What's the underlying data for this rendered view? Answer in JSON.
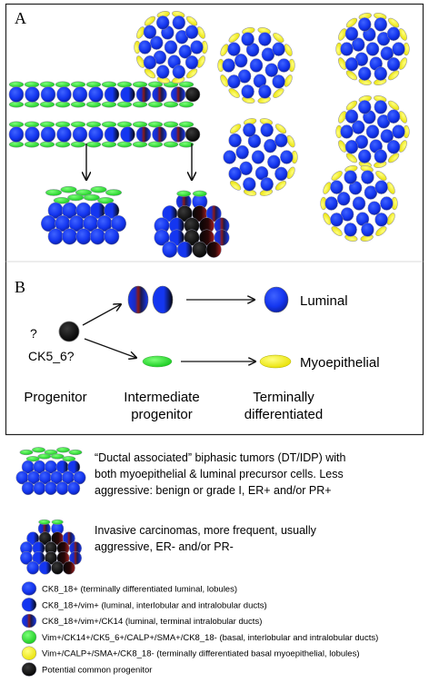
{
  "colors": {
    "luminal_blue": "#1436f0",
    "luminal_blue_dark": "#0b1e9e",
    "red_mark": "#8a1a1a",
    "myoepithelial_yellow": "#f4f200",
    "intermediate_green": "#22e02a",
    "progenitor_black": "#0a0a0a",
    "outline_gray": "#9a9aa8"
  },
  "panel_a": {
    "label": "A"
  },
  "panel_b": {
    "label": "B",
    "question": "?",
    "marker_question": "CK5_6?",
    "luminal": "Luminal",
    "myoepithelial": "Myoepithelial",
    "progenitor": "Progenitor",
    "intermediate_line1": "Intermediate",
    "intermediate_line2": "progenitor",
    "terminal_line1": "Terminally",
    "terminal_line2": "differentiated"
  },
  "legend": {
    "biphasic": [
      "“Ductal associated” biphasic tumors (DT/IDP) with",
      "both myoepithelial & luminal precursor cells. Less",
      "aggressive: benign or grade I, ER+ and/or PR+"
    ],
    "invasive": [
      "Invasive carcinomas, more frequent, usually",
      "aggressive, ER- and/or PR-"
    ],
    "markers": [
      {
        "icon": "blue-cell-icon",
        "text": "CK8_18+ (terminally differentiated luminal, lobules)"
      },
      {
        "icon": "blue-black-cell-icon",
        "text": "CK8_18+/vim+ (luminal, interlobular and intralobular ducts)"
      },
      {
        "icon": "blue-red-cell-icon",
        "text": "CK8_18+/vim+/CK14 (luminal, terminal intralobular ducts)"
      },
      {
        "icon": "green-cell-icon",
        "text": "Vim+/CK14+/CK5_6+/CALP+/SMA+/CK8_18- (basal, interlobular and intralobular ducts)"
      },
      {
        "icon": "yellow-cell-icon",
        "text": "Vim+/CALP+/SMA+/CK8_18- (terminally differentiated basal myoepithelial, lobules)"
      },
      {
        "icon": "black-cell-icon",
        "text": "Potential common progenitor"
      }
    ]
  }
}
